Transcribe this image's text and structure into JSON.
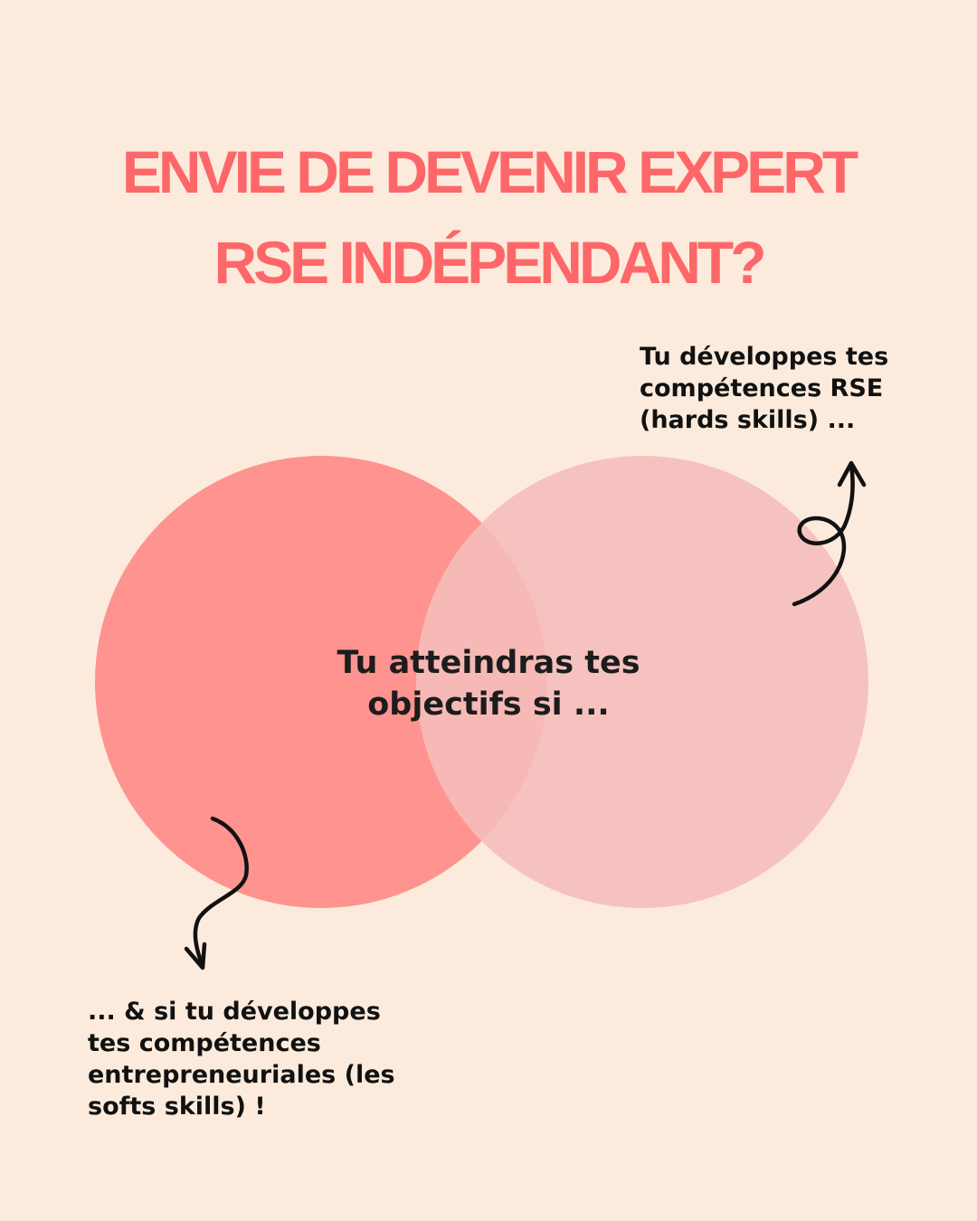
{
  "title": {
    "line1": "ENVIE DE DEVENIR EXPERT",
    "line2": "RSE INDÉPENDANT?"
  },
  "center": {
    "line1": "Tu atteindras tes",
    "line2": "objectifs si ..."
  },
  "hard_skills": {
    "line1": "Tu développes tes",
    "line2": "compétences RSE",
    "line3": "(hards skills) ..."
  },
  "soft_skills": {
    "line1": "... & si tu développes",
    "line2": "tes compétences",
    "line3": "entrepreneuriales (les",
    "line4": "softs skills) !"
  },
  "colors": {
    "background": "#fcebdc",
    "title": "#fe6769",
    "circle_left": "#fe938f",
    "circle_right": "#f6c2bf",
    "overlap": "#f6b9b5",
    "text": "#1c1c1c"
  },
  "icons": [
    "curly-arrow-up-icon",
    "curly-arrow-down-icon"
  ]
}
